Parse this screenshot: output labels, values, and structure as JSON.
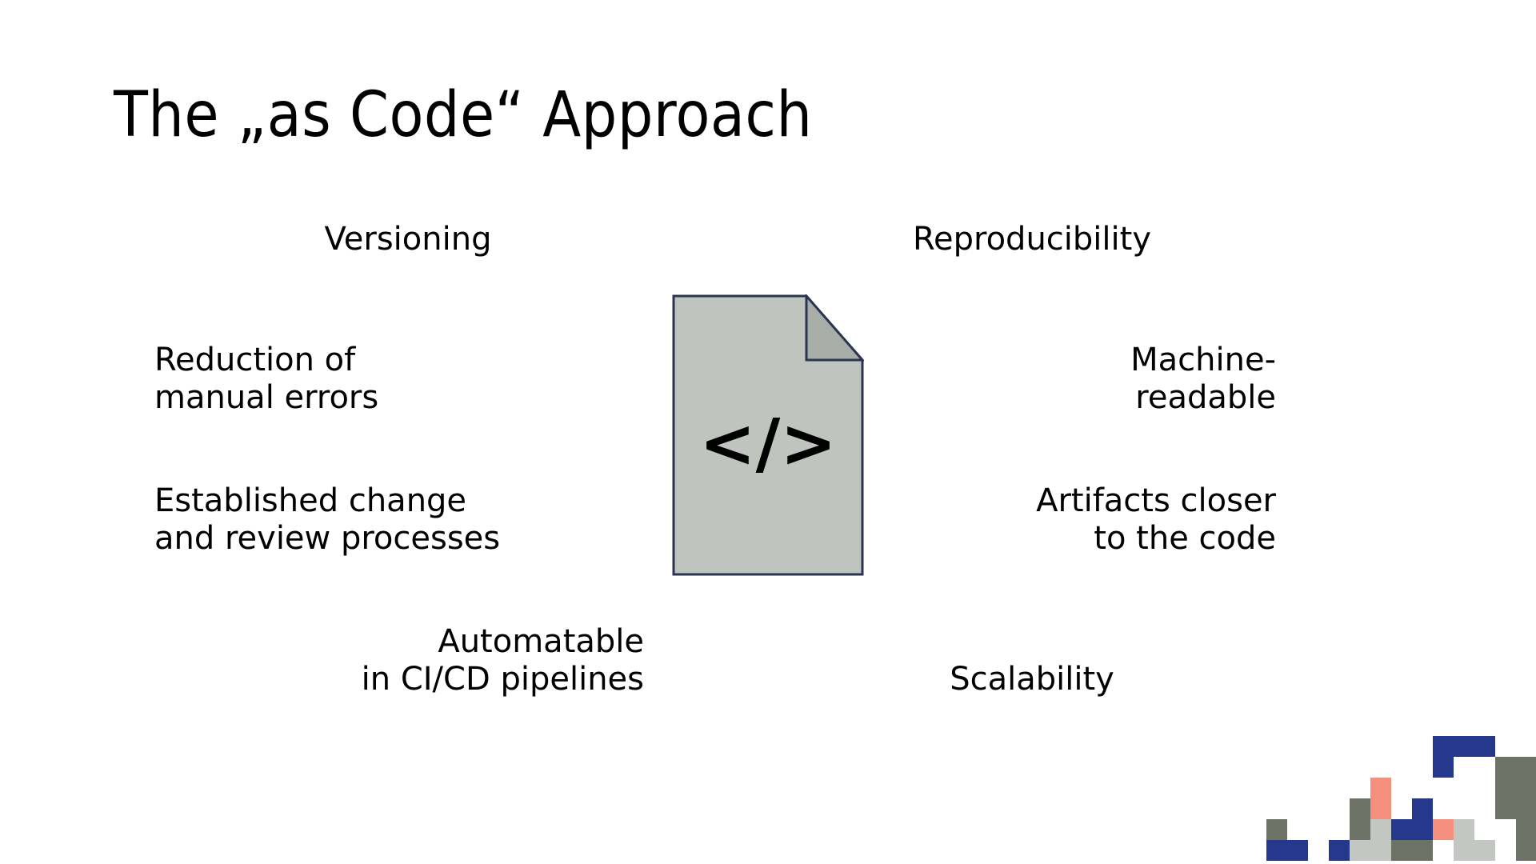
{
  "slide": {
    "title": "The „as Code“ Approach",
    "background_color": "#ffffff",
    "text_color": "#000000"
  },
  "benefits": {
    "left": [
      {
        "id": "versioning",
        "text": "Versioning",
        "align": "center"
      },
      {
        "id": "reduction",
        "text": "Reduction of\nmanual errors",
        "align": "left"
      },
      {
        "id": "established",
        "text": "Established change\nand review processes",
        "align": "left"
      },
      {
        "id": "automatable",
        "text": "Automatable\nin CI/CD pipelines",
        "align": "right"
      }
    ],
    "right": [
      {
        "id": "reproducibility",
        "text": "Reproducibility",
        "align": "center"
      },
      {
        "id": "machine",
        "text": "Machine-\nreadable",
        "align": "right"
      },
      {
        "id": "artifacts",
        "text": "Artifacts closer\nto the code",
        "align": "right"
      },
      {
        "id": "scalability",
        "text": "Scalability",
        "align": "center"
      }
    ]
  },
  "code_document": {
    "symbol": "</>",
    "fill_color": "#bfc4bf",
    "fold_color": "#a8ada8",
    "border_color": "#2b3550",
    "symbol_color": "#000000"
  },
  "pixel_mosaic": {
    "cell_size": 26,
    "colors": {
      "navy": "#25388c",
      "sage": "#6c7265",
      "gray": "#c3c7c1",
      "salmon": "#f58f7e"
    },
    "cells": [
      {
        "col": 8,
        "row": 0,
        "color": "#25388c"
      },
      {
        "col": 9,
        "row": 0,
        "color": "#25388c"
      },
      {
        "col": 10,
        "row": 0,
        "color": "#25388c"
      },
      {
        "col": 8,
        "row": 1,
        "color": "#25388c"
      },
      {
        "col": 11,
        "row": 1,
        "color": "#6c7265"
      },
      {
        "col": 12,
        "row": 1,
        "color": "#6c7265"
      },
      {
        "col": 5,
        "row": 2,
        "color": "#f58f7e"
      },
      {
        "col": 11,
        "row": 2,
        "color": "#6c7265"
      },
      {
        "col": 12,
        "row": 2,
        "color": "#6c7265"
      },
      {
        "col": 4,
        "row": 3,
        "color": "#6c7265"
      },
      {
        "col": 5,
        "row": 3,
        "color": "#f58f7e"
      },
      {
        "col": 7,
        "row": 3,
        "color": "#25388c"
      },
      {
        "col": 11,
        "row": 3,
        "color": "#6c7265"
      },
      {
        "col": 12,
        "row": 3,
        "color": "#6c7265"
      },
      {
        "col": 0,
        "row": 4,
        "color": "#6c7265"
      },
      {
        "col": 4,
        "row": 4,
        "color": "#6c7265"
      },
      {
        "col": 5,
        "row": 4,
        "color": "#c3c7c1"
      },
      {
        "col": 6,
        "row": 4,
        "color": "#25388c"
      },
      {
        "col": 7,
        "row": 4,
        "color": "#25388c"
      },
      {
        "col": 8,
        "row": 4,
        "color": "#f58f7e"
      },
      {
        "col": 9,
        "row": 4,
        "color": "#c3c7c1"
      },
      {
        "col": 12,
        "row": 4,
        "color": "#6c7265"
      },
      {
        "col": 0,
        "row": 5,
        "color": "#25388c"
      },
      {
        "col": 1,
        "row": 5,
        "color": "#25388c"
      },
      {
        "col": 3,
        "row": 5,
        "color": "#25388c"
      },
      {
        "col": 4,
        "row": 5,
        "color": "#c3c7c1"
      },
      {
        "col": 5,
        "row": 5,
        "color": "#c3c7c1"
      },
      {
        "col": 6,
        "row": 5,
        "color": "#6c7265"
      },
      {
        "col": 7,
        "row": 5,
        "color": "#6c7265"
      },
      {
        "col": 9,
        "row": 5,
        "color": "#c3c7c1"
      },
      {
        "col": 10,
        "row": 5,
        "color": "#c3c7c1"
      },
      {
        "col": 12,
        "row": 5,
        "color": "#6c7265"
      }
    ]
  }
}
